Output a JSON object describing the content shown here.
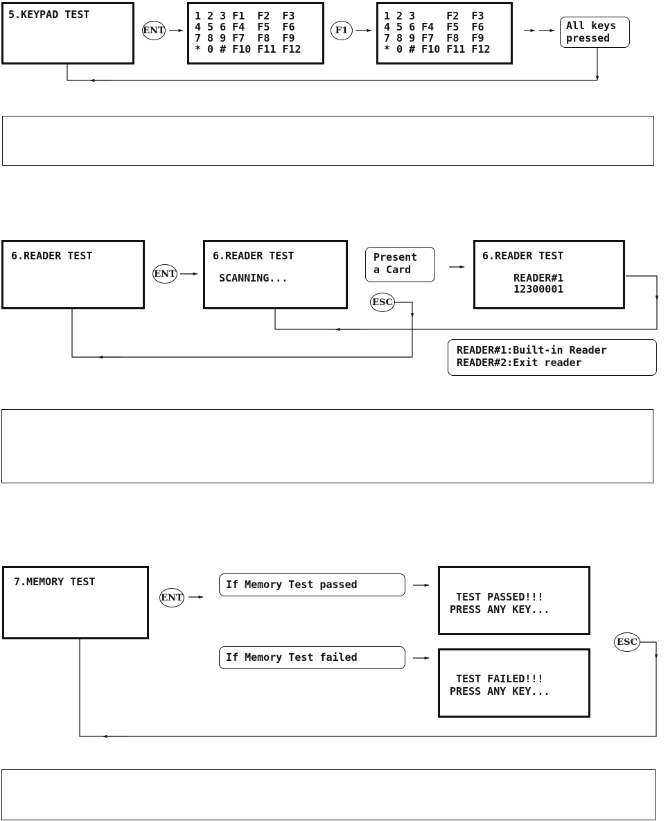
{
  "keypad_test": {
    "title_screen": "5.KEYPAD TEST",
    "ent_key": "ENT",
    "keys_screen_1": "1 2 3 F1  F2  F3\n4 5 6 F4  F5  F6\n7 8 9 F7  F8  F9\n* 0 # F10 F11 F12",
    "f1_key": "F1",
    "keys_screen_2": "1 2 3     F2  F3\n4 5 6 F4  F5  F6\n7 8 9 F7  F8  F9\n* 0 # F10 F11 F12",
    "all_keys_label": "All keys\npressed"
  },
  "reader_test": {
    "title_screen": "6.READER TEST",
    "ent_key": "ENT",
    "scanning_screen": "6.READER TEST\n\n SCANNING...",
    "present_card_label": "Present\na Card",
    "esc_key": "ESC",
    "result_screen": "6.READER TEST\n\n     READER#1\n     12300001",
    "reader_legend": "READER#1:Built-in Reader\nREADER#2:Exit reader"
  },
  "memory_test": {
    "title_screen": "7.MEMORY TEST",
    "ent_key": "ENT",
    "passed_condition": "If Memory Test passed",
    "failed_condition": "If Memory Test failed",
    "passed_screen": "TEST PASSED!!!\nPRESS ANY KEY...",
    "failed_screen": "TEST FAILED!!!\nPRESS ANY KEY...",
    "esc_key": "ESC"
  },
  "colors": {
    "ink": "#111111",
    "background": "#ffffff"
  }
}
